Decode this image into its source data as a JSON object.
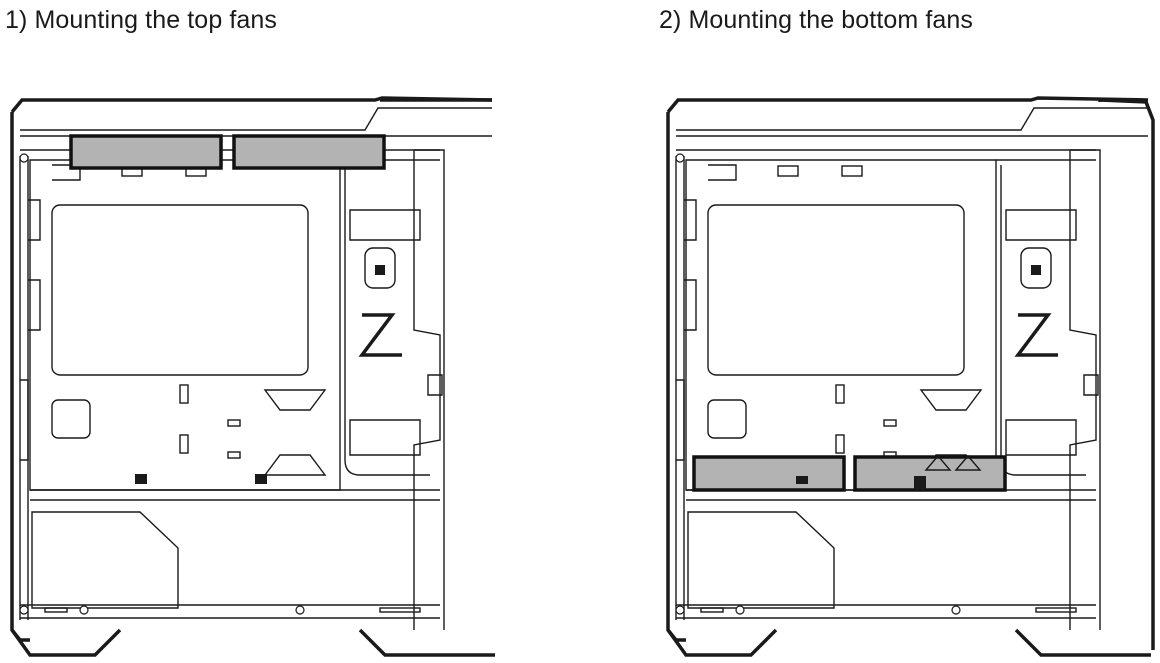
{
  "steps": [
    {
      "title": "1) Mounting the top fans",
      "highlight": "top"
    },
    {
      "title": "2) Mounting the bottom fans",
      "highlight": "bottom"
    }
  ],
  "colors": {
    "highlight_fill": "#b3b3b3",
    "line": "#1a1a1a"
  }
}
